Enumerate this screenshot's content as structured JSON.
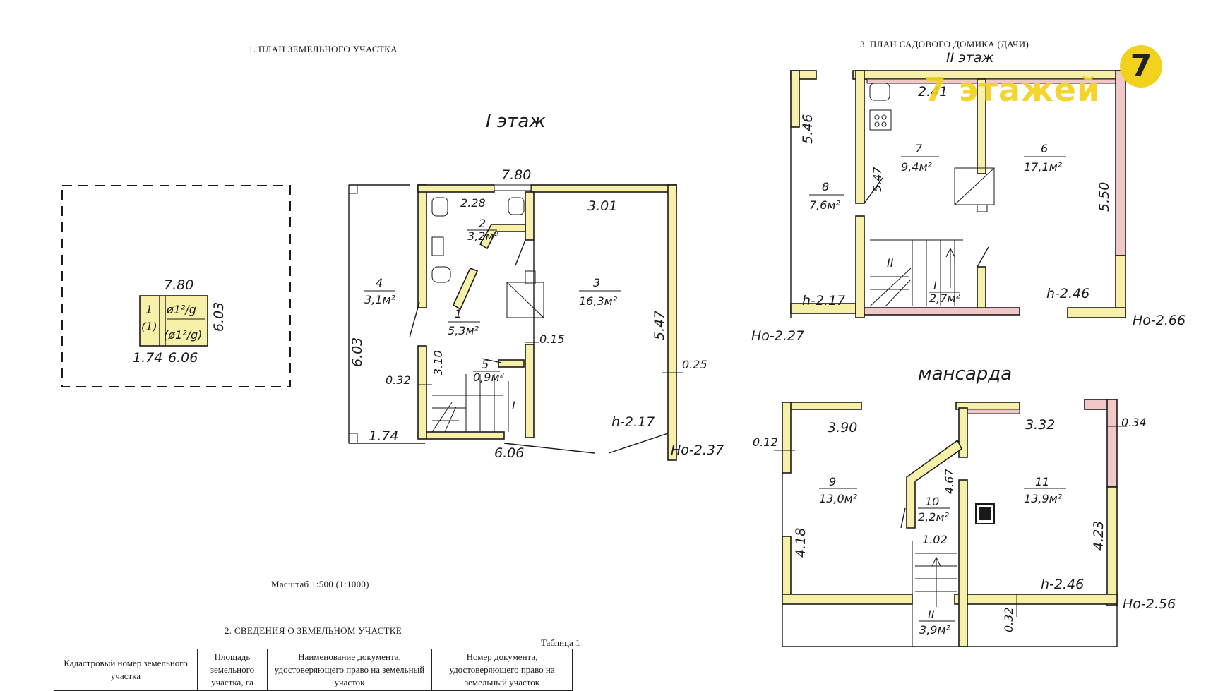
{
  "headings": {
    "land_plan": "1. ПЛАН ЗЕМЕЛЬНОГО УЧАСТКА",
    "house_plan": "3. ПЛАН САДОВОГО ДОМИКА (ДАЧИ)",
    "land_info": "2. СВЕДЕНИЯ  О ЗЕМЕЛЬНОМ УЧАСТКЕ",
    "scale": "Масштаб 1:500 (1:1000)",
    "table_label": "Таблица 1"
  },
  "floor_titles": {
    "first": "I этаж",
    "second": "II этаж",
    "attic": "мансарда"
  },
  "site": {
    "width_label": "7.80",
    "depth_label": "6.03",
    "left_label": "1.74",
    "right_label": "6.06",
    "unit_number": "1",
    "unit_sub": "(1)",
    "fraction_top": "ø1²/g",
    "fraction_bottom": "(ø1²/g)"
  },
  "first_floor": {
    "dims": [
      "7.80",
      "2.28",
      "3.01",
      "6.03",
      "5.47",
      "3.10",
      "0.32",
      "0.15",
      "0.25",
      "1.74",
      "6.06",
      "h-2.17",
      "Hо-2.37"
    ],
    "rooms": [
      {
        "num": "1",
        "area": "5,3м²"
      },
      {
        "num": "2",
        "area": "3,2м²"
      },
      {
        "num": "3",
        "area": "16,3м²"
      },
      {
        "num": "4",
        "area": "3,1м²"
      },
      {
        "num": "5",
        "area": "0,9м²"
      }
    ],
    "stair_label": "I"
  },
  "second_floor": {
    "dims": [
      "2.41",
      "5.46",
      "5.47",
      "5.50",
      "h-2.17",
      "h-2.46",
      "Hо-2.27",
      "Hо-2.66"
    ],
    "rooms": [
      {
        "num": "6",
        "area": "17,1м²"
      },
      {
        "num": "7",
        "area": "9,4м²"
      },
      {
        "num": "8",
        "area": "7,6м²"
      },
      {
        "num": "I",
        "area": "2,7м²"
      }
    ],
    "stair_label": "II"
  },
  "attic": {
    "dims": [
      "3.90",
      "3.32",
      "0.12",
      "0.34",
      "4.67",
      "4.18",
      "4.23",
      "1.02",
      "0.32",
      "h-2.46",
      "Hо-2.56"
    ],
    "rooms": [
      {
        "num": "9",
        "area": "13,0м²"
      },
      {
        "num": "10",
        "area": "2,2м²"
      },
      {
        "num": "11",
        "area": "13,9м²"
      },
      {
        "num": "II",
        "area": "3,9м²"
      }
    ]
  },
  "table": {
    "headers": [
      "Кадастровый номер земельного участка",
      "Площадь земельного участка, га",
      "Наименование документа, удостоверяющего право на земельный участок",
      "Номер документа, удостоверяющего право на земельный участок"
    ]
  },
  "watermark": {
    "text": "7 этажей",
    "logo": "7"
  },
  "colors": {
    "wall_fill": "#f6f0a8",
    "wall_pink": "#f0c8c8",
    "ink": "#1a1a1a",
    "watermark": "#f2d21c"
  }
}
